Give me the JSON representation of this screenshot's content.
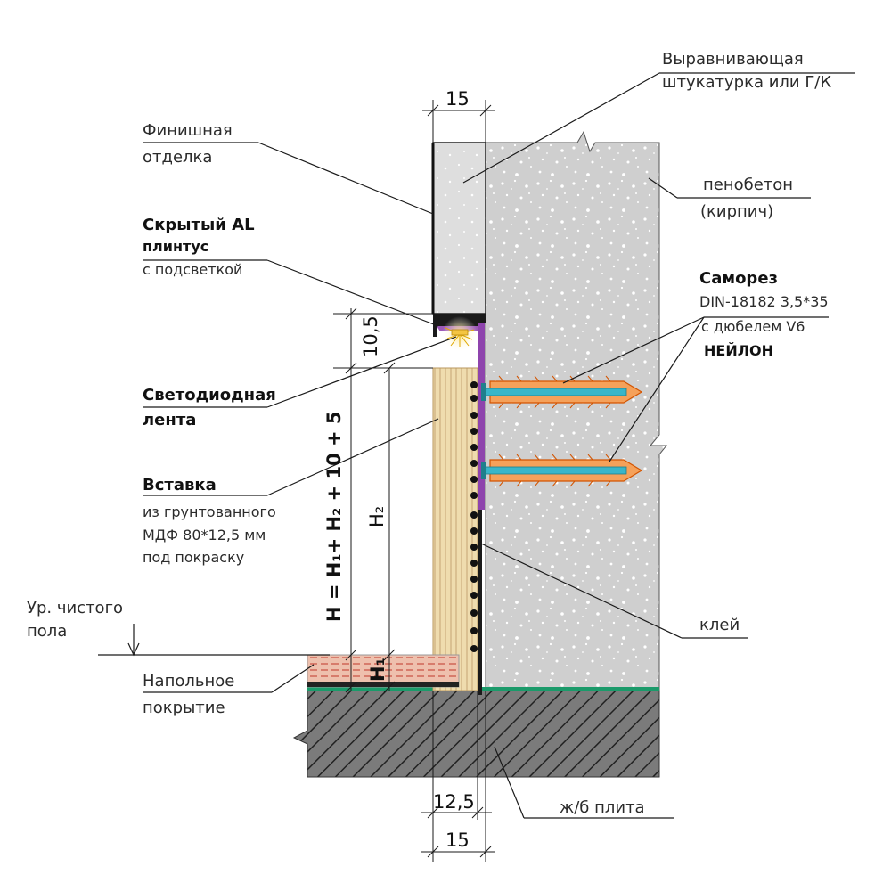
{
  "labels": {
    "leveling_plaster_line1": "Выравнивающая",
    "leveling_plaster_line2": "штукатурка или Г/К",
    "finish_line1": "Финишная",
    "finish_line2": "отделка",
    "foam_concrete_line1": "пенобетон",
    "foam_concrete_line2": "(кирпич)",
    "plinth_line1": "Скрытый AL",
    "plinth_line2": "плинтус",
    "plinth_line3": "с подсветкой",
    "screw_line1": "Саморез",
    "screw_line2": "DIN-18182 3,5*35",
    "screw_line3": "с дюбелем V6",
    "screw_line4": "НЕЙЛОН",
    "led_line1": "Светодиодная",
    "led_line2": "лента",
    "insert_line1": "Вставка",
    "insert_line2": "из грунтованного",
    "insert_line3": "МДФ 80*12,5 мм",
    "insert_line4": "под покраску",
    "glue": "клей",
    "floor_level_line1": "Ур. чистого",
    "floor_level_line2": "пола",
    "floor_cover_line1": "Напольное",
    "floor_cover_line2": "покрытие",
    "slab": "ж/б плита"
  },
  "dimensions": {
    "top_width": "15",
    "gap": "10,5",
    "h2": "H₂",
    "h1": "H₁",
    "formula": "H = H₁+ H₂ + 10 + 5",
    "bottom_width_1": "12,5",
    "bottom_width_2": "15"
  },
  "colors": {
    "plaster": "#d7d7d7",
    "concrete": "#cfcfcf",
    "slab": "#777777",
    "mdf": "#efdcae",
    "mdf_lines": "#c4a574",
    "glue_profile": "#8e44ad",
    "dowel": "#f07f2a",
    "screw": "#39b6c9",
    "floor_cover": "#e9b7a3",
    "floor_cover_lines": "#c0392b",
    "green_strip": "#1b9a6a",
    "led_glow": "#f4c542"
  }
}
